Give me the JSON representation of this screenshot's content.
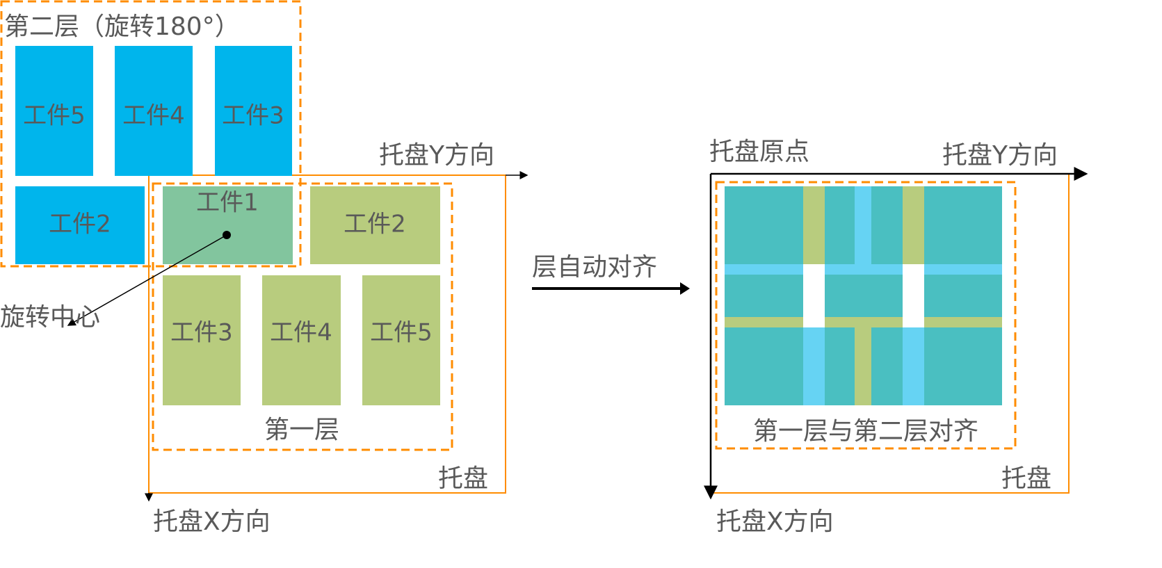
{
  "left": {
    "layer2_title": "第二层（旋转180°）",
    "layer2_parts": [
      "工件5",
      "工件4",
      "工件3",
      "工件2"
    ],
    "layer1_parts": [
      "工件1",
      "工件2",
      "工件3",
      "工件4",
      "工件5"
    ],
    "layer1_title": "第一层",
    "rotation_center": "旋转中心",
    "pallet": "托盘",
    "pallet_x": "托盘X方向",
    "pallet_y": "托盘Y方向"
  },
  "middle": {
    "action": "层自动对齐"
  },
  "right": {
    "origin": "托盘原点",
    "pallet_y": "托盘Y方向",
    "pallet_x": "托盘X方向",
    "pallet": "托盘",
    "aligned_caption": "第一层与第二层对齐"
  },
  "colors": {
    "layer2": "#00b5ec",
    "layer1": "#b8cc7e",
    "overlap": "#4abfc1",
    "outline": "#ff8c00"
  }
}
